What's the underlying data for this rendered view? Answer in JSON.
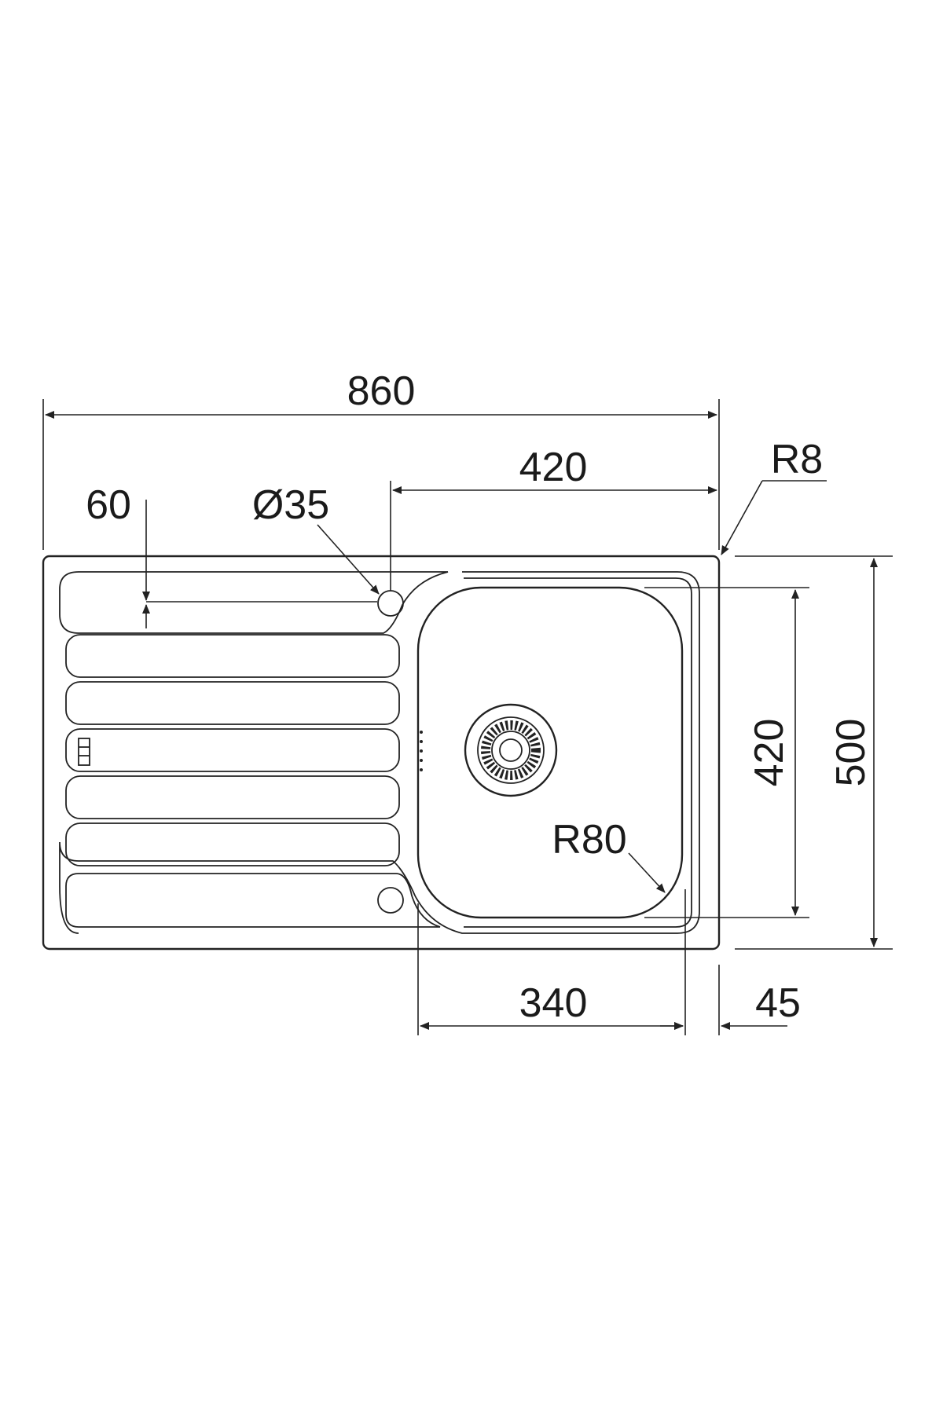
{
  "colors": {
    "ink": "#222222",
    "background": "#ffffff"
  },
  "dimensions": {
    "overall_width": "860",
    "bowl_area_width": "420",
    "tap_hole_offset": "60",
    "tap_hole_diameter": "Ø35",
    "corner_radius": "R8",
    "bowl_length": "420",
    "overall_depth": "500",
    "bowl_corner_radius": "R80",
    "bowl_width": "340",
    "rim_margin": "45"
  }
}
